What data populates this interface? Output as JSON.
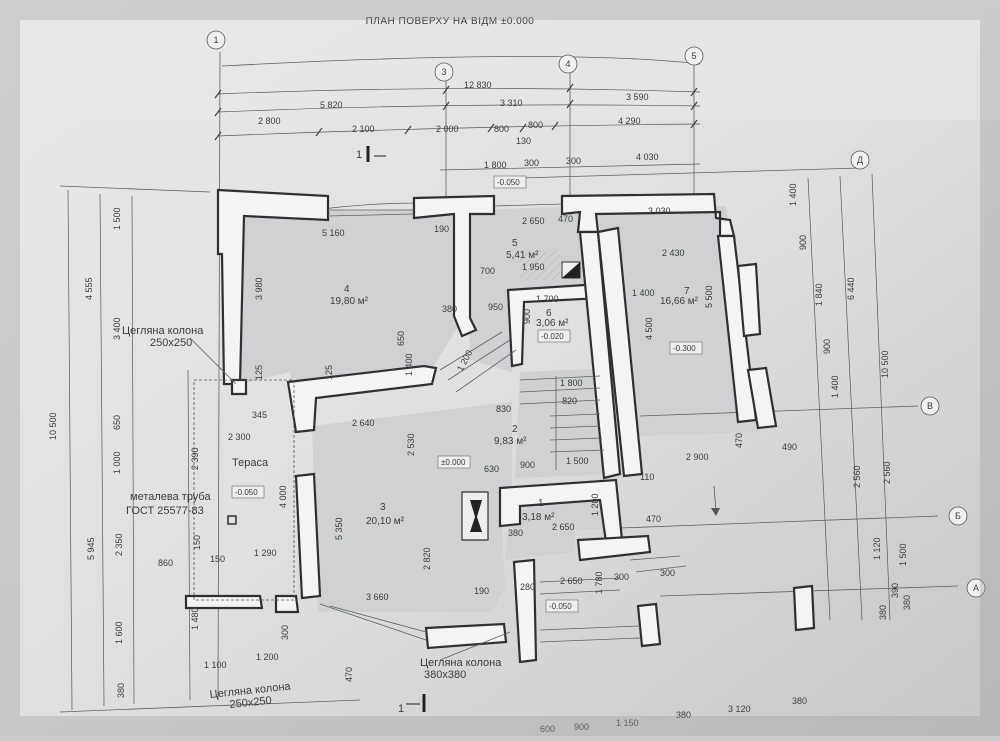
{
  "title": "ПЛАН ПОВЕРХУ НА ВІДМ ±0.000",
  "axes": [
    "1",
    "3",
    "4",
    "5",
    "Д",
    "В",
    "Б",
    "А"
  ],
  "rooms": [
    {
      "num": "1",
      "area": "3,18 м²"
    },
    {
      "num": "2",
      "area": "9,83 м²"
    },
    {
      "num": "3",
      "area": "20,10 м²"
    },
    {
      "num": "4",
      "area": "19,80 м²"
    },
    {
      "num": "5",
      "area": "5,41 м²"
    },
    {
      "num": "6",
      "area": "3,06 м²"
    },
    {
      "num": "7",
      "area": "16,66 м²"
    }
  ],
  "levels": [
    "-0.050",
    "-0.020",
    "-0.300",
    "±0.000",
    "-0.050",
    "-0.050"
  ],
  "notes": {
    "terrace": "Тераса",
    "pipe": "металева труба",
    "gost": "ГОСТ 25577-83",
    "col1": "Цегляна колона",
    "col1_size": "250x250",
    "col2": "Цегляна колона",
    "col2_size": "380x380",
    "col3": "Цегляна колона",
    "col3_size": "250x250",
    "section": "1"
  },
  "dims_top": [
    "12 830",
    "5 820",
    "3 310",
    "3 590",
    "2 800",
    "2 100",
    "2 000",
    "800",
    "800",
    "4 290",
    "130",
    "1 800",
    "300",
    "300",
    "4 030"
  ],
  "dims_inner": [
    "5 160",
    "190",
    "2 650",
    "470",
    "3 030",
    "700",
    "1 950",
    "2 430",
    "380",
    "950",
    "1 700",
    "650",
    "900",
    "1 400",
    "1 200",
    "1 800",
    "2 640",
    "830",
    "820",
    "2 530",
    "2 900",
    "490",
    "630",
    "900",
    "1 500",
    "110",
    "2 650",
    "380",
    "470",
    "3 660",
    "190",
    "280",
    "2 650",
    "300",
    "300"
  ],
  "dims_left": [
    "1 500",
    "4 555",
    "3 400",
    "3 980",
    "10 500",
    "650",
    "1 000",
    "2 390",
    "2 350",
    "5 945",
    "1 600",
    "1 480",
    "380",
    "2 300",
    "4 000",
    "1 290",
    "860",
    "150",
    "150",
    "1 100",
    "1 200",
    "300",
    "470",
    "345",
    "125",
    "125",
    "5 350",
    "2 820",
    "1 200",
    "1 780"
  ],
  "dims_right": [
    "1 400",
    "900",
    "1 840",
    "6 440",
    "900",
    "10 500",
    "1 400",
    "2 560",
    "2 560",
    "1 120",
    "1 500",
    "390",
    "380",
    "380",
    "470",
    "1 400",
    "5 500",
    "4 500"
  ],
  "dims_bottom": [
    "600",
    "900",
    "1 150",
    "380",
    "3 120",
    "380"
  ]
}
